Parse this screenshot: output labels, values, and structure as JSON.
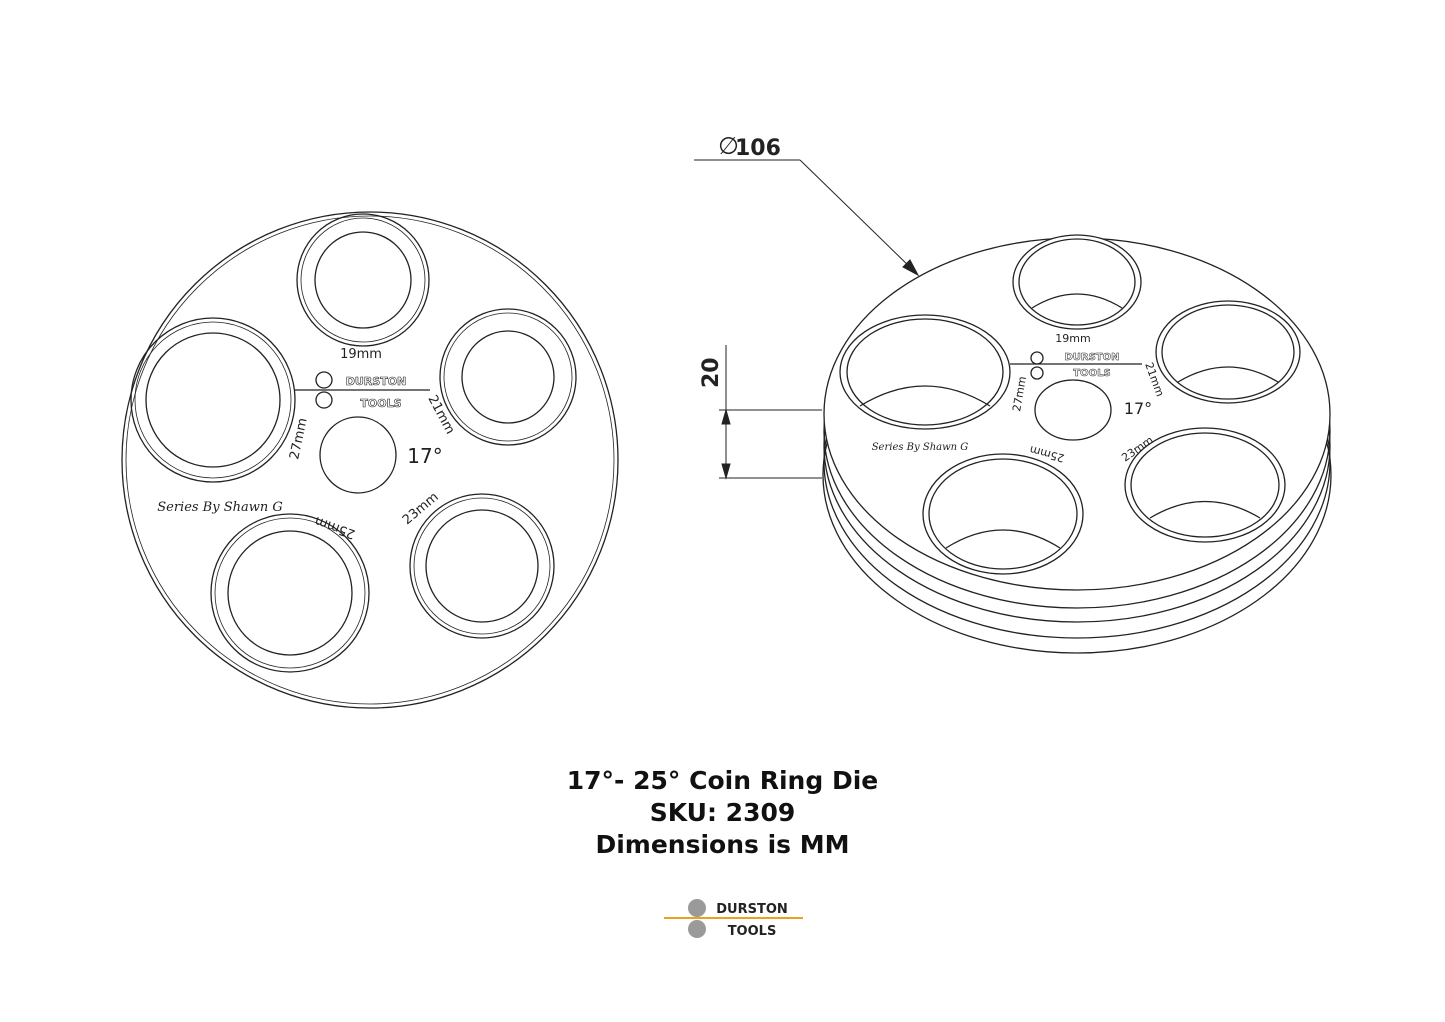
{
  "dimensions": {
    "diameter_symbol": "∅",
    "diameter_value": "106",
    "height_value": "20"
  },
  "die_labels": {
    "size_19": "19mm",
    "size_21": "21mm",
    "size_23": "23mm",
    "size_25": "25mm",
    "size_27": "27mm",
    "angle": "17°",
    "signature": "Series By  Shawn G",
    "brand_top": "DURSTON",
    "brand_bottom": "TOOLS"
  },
  "caption": {
    "line1": "17°- 25° Coin Ring Die",
    "line2": "SKU: 2309",
    "line3": "Dimensions is MM"
  },
  "footer_logo": {
    "word_top": "DURSTON",
    "word_bottom": "TOOLS",
    "dot_color": "#9a9a9a",
    "line_color": "#f0a020"
  }
}
